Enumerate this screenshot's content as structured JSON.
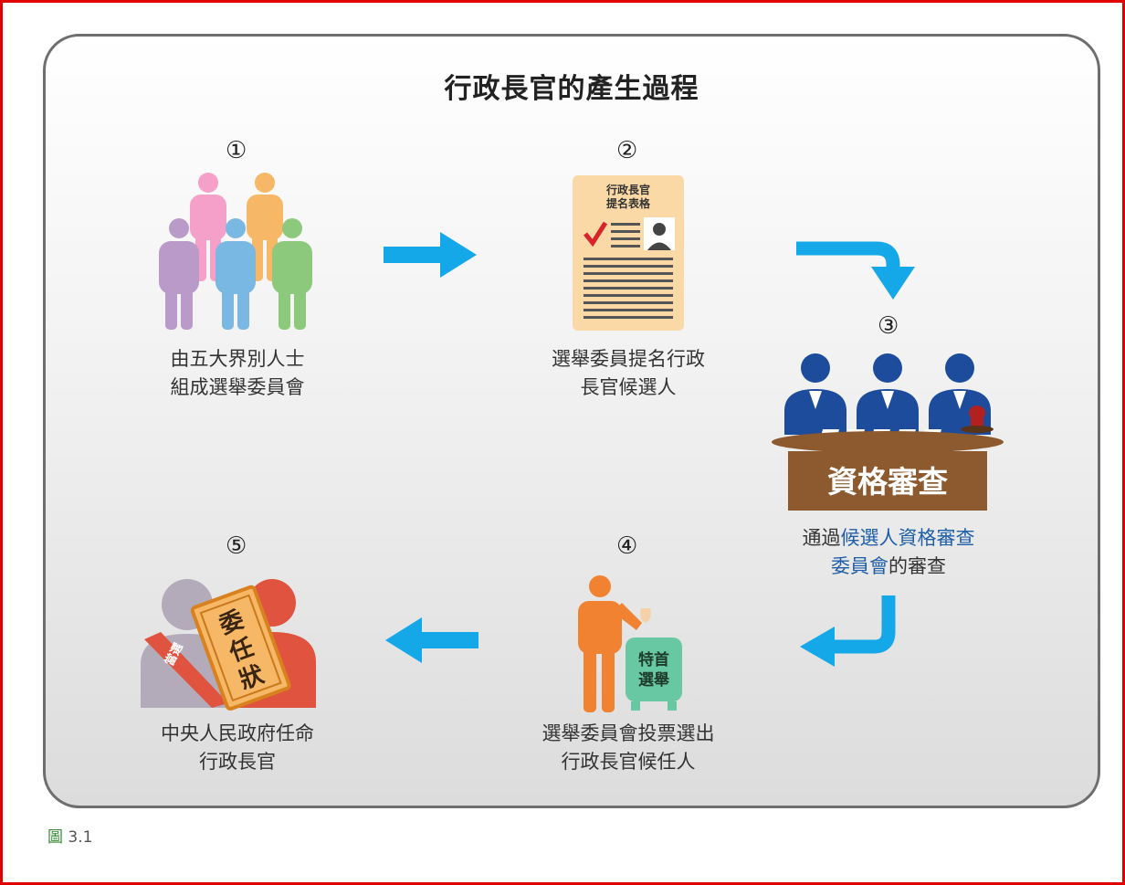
{
  "title": "行政長官的產生過程",
  "steps": [
    {
      "num": "①",
      "caption_line1": "由五大界別人士",
      "caption_line2": "組成選舉委員會"
    },
    {
      "num": "②",
      "caption_line1": "選舉委員提名行政",
      "caption_line2": "長官候選人",
      "form_title1": "行政長官",
      "form_title2": "提名表格"
    },
    {
      "num": "③",
      "caption_line1_a": "通過",
      "caption_line1_b": "候選人資格審查",
      "caption_line2_a": "委員會",
      "caption_line2_b": "的審查",
      "desk_label": "資格審查"
    },
    {
      "num": "④",
      "caption_line1": "選舉委員會投票選出",
      "caption_line2": "行政長官候任人",
      "box_label1": "特首",
      "box_label2": "選舉"
    },
    {
      "num": "⑤",
      "caption_line1": "中央人民政府任命",
      "caption_line2": "行政長官",
      "scroll_line1": "委",
      "scroll_line2": "任",
      "scroll_line3": "狀",
      "sash_text": "當選"
    }
  ],
  "figure_label_mark": "圖",
  "figure_label_num": "3.1",
  "colors": {
    "arrow": "#14a8e8",
    "frame": "#e10000",
    "highlight": "#1f5fa8",
    "desk": "#8c5a2e",
    "form": "#fbd9a6"
  }
}
